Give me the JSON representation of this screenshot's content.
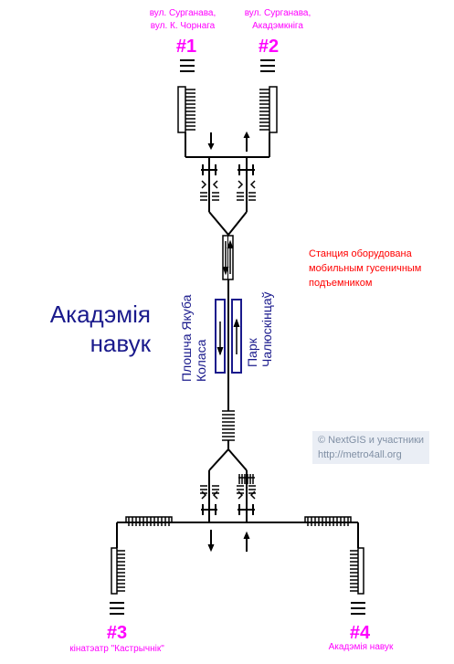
{
  "station": {
    "title_line1": "Акадэмія",
    "title_line2": "навук"
  },
  "exits": [
    {
      "number": "#1",
      "label_line1": "вул. Сурганава,",
      "label_line2": "вул. К. Чорнага"
    },
    {
      "number": "#2",
      "label_line1": "вул. Сурганава,",
      "label_line2": "Акадэмкніга"
    },
    {
      "number": "#3",
      "label_line1": "кінатэатр \"Кастрычнік\"",
      "label_line2": ""
    },
    {
      "number": "#4",
      "label_line1": "Акадэмія навук",
      "label_line2": ""
    }
  ],
  "platforms": {
    "left": {
      "line1": "Плошча Якуба",
      "line2": "Коласа"
    },
    "right": {
      "line1": "Парк",
      "line2": "Чалюскінцаў"
    }
  },
  "note": {
    "line1": "Станция оборудована",
    "line2": "мобильным гусеничным",
    "line3": "подъемником"
  },
  "credit": {
    "line1": "© NextGIS и участники",
    "line2": "http://metro4all.org"
  },
  "colors": {
    "exit": "#ff00ff",
    "title": "#1a1a8c",
    "platform": "#1a1a8c",
    "note": "#ff0000",
    "lines": "#000000"
  }
}
